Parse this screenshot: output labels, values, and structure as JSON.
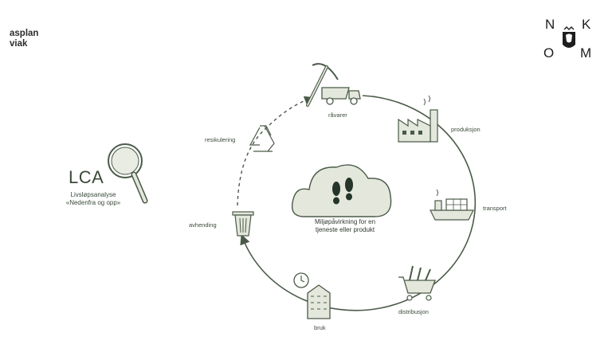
{
  "brand": {
    "line1": "asplan",
    "line2": "viak"
  },
  "logo": {
    "letters": [
      "N",
      "K",
      "O",
      "M"
    ],
    "emblem": "lion-emblem"
  },
  "lca": {
    "title": "LCA",
    "subtitle_line1": "Livsløpsanalyse",
    "subtitle_line2": "«Nedenfra og opp»"
  },
  "stages": {
    "ravarer": "råvarer",
    "produksjon": "produksjon",
    "transport": "transport",
    "distribusjon": "distribusjon",
    "bruk": "bruk",
    "avhending": "avhending",
    "resikulering": "resikulering"
  },
  "center": {
    "line1": "Miljøpåvirkning for en",
    "line2": "tjeneste eller produkt"
  },
  "colors": {
    "line": "#4a5a48",
    "fill": "#e4e8dc",
    "dark": "#2c3a2c"
  },
  "icons": [
    "magnifier-icon",
    "pickaxe-icon",
    "dump-truck-icon",
    "factory-icon",
    "cargo-ship-icon",
    "shopping-cart-icon",
    "clock-building-icon",
    "trash-bin-icon",
    "recycle-icon",
    "footprints-icon",
    "cloud-icon"
  ]
}
